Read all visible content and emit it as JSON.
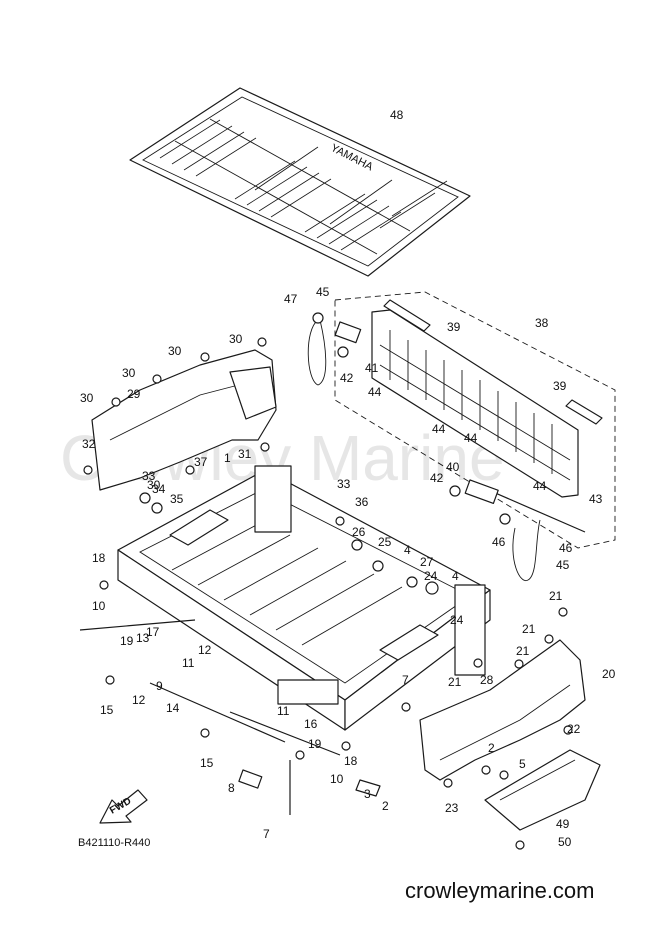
{
  "watermark": "Crowley Marine",
  "diagram_code": "B421110-R440",
  "site": "crowleymarine.com",
  "fwd_label": "FWD",
  "mat_brand": "YAMAHA",
  "callouts": [
    "1",
    "2",
    "2",
    "3",
    "4",
    "4",
    "5",
    "7",
    "7",
    "8",
    "9",
    "10",
    "10",
    "11",
    "11",
    "12",
    "12",
    "13",
    "14",
    "15",
    "15",
    "16",
    "17",
    "18",
    "18",
    "19",
    "19",
    "20",
    "21",
    "21",
    "21",
    "21",
    "22",
    "23",
    "24",
    "24",
    "25",
    "26",
    "27",
    "28",
    "29",
    "30",
    "30",
    "30",
    "30",
    "30",
    "31",
    "32",
    "33",
    "33",
    "34",
    "35",
    "36",
    "37",
    "38",
    "39",
    "39",
    "40",
    "41",
    "42",
    "42",
    "43",
    "44",
    "44",
    "44",
    "44",
    "45",
    "45",
    "46",
    "46",
    "47",
    "48",
    "49",
    "50"
  ]
}
